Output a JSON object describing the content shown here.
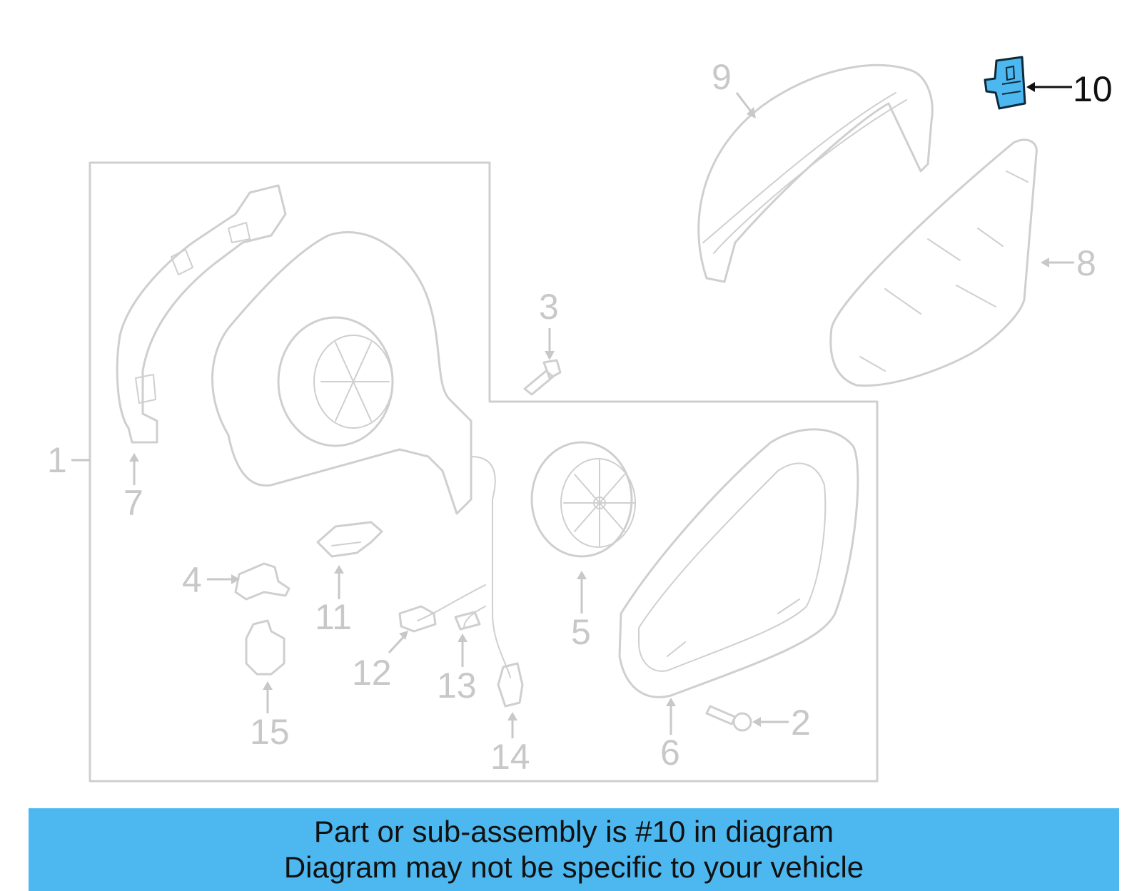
{
  "diagram": {
    "highlight_color": "#4db8f0",
    "line_color": "#cfcfcf",
    "highlighted_part": "10",
    "callouts": {
      "c1": "1",
      "c2": "2",
      "c3": "3",
      "c4": "4",
      "c5": "5",
      "c6": "6",
      "c7": "7",
      "c8": "8",
      "c9": "9",
      "c10": "10",
      "c11": "11",
      "c12": "12",
      "c13": "13",
      "c14": "14",
      "c15": "15"
    }
  },
  "banner": {
    "line1": "Part or sub-assembly is #10 in diagram",
    "line2": "Diagram may not be specific to your vehicle",
    "background": "#4db8f0"
  }
}
